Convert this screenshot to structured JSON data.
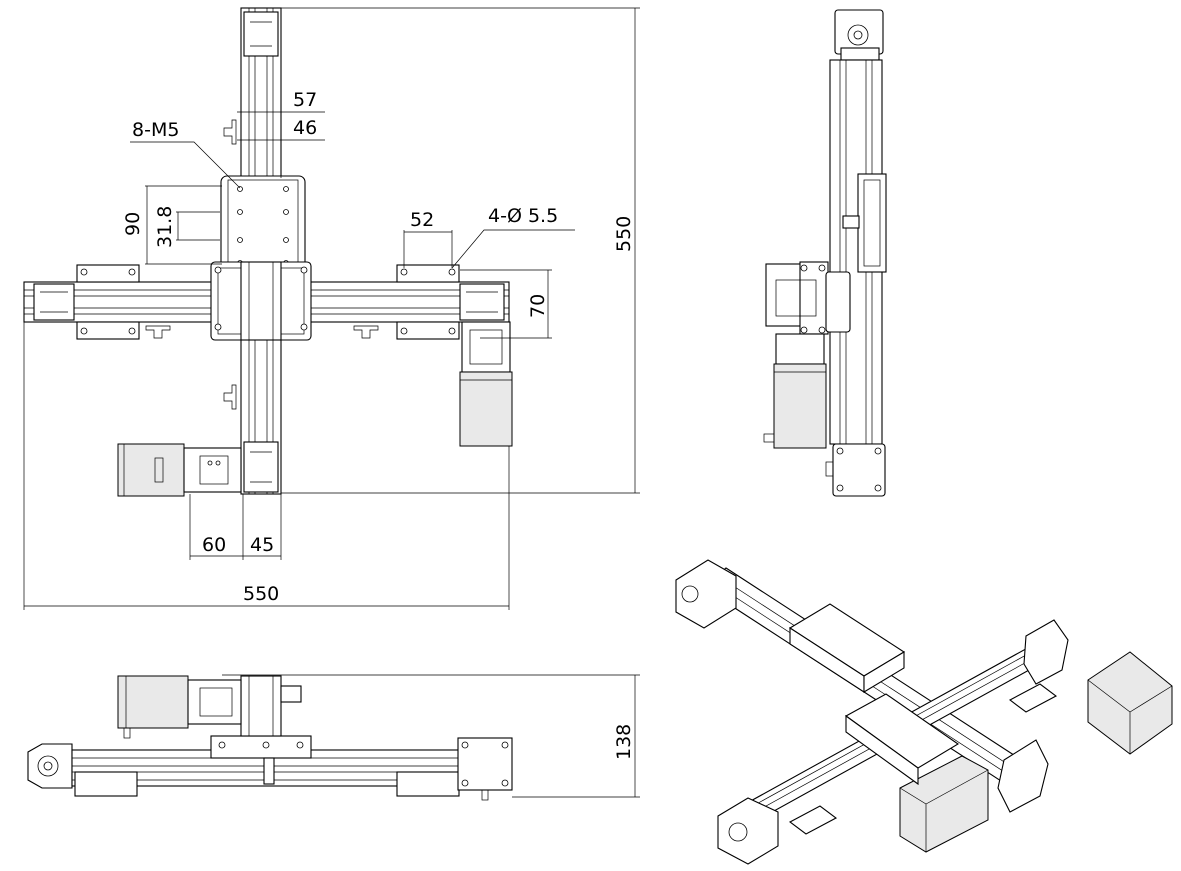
{
  "colors": {
    "line": "#000000",
    "background": "#ffffff",
    "part_fill": "#e9e9e9"
  },
  "dimensions": {
    "d57": "57",
    "d46": "46",
    "thread": "8-M5",
    "d90": "90",
    "d31_8": "31.8",
    "d52": "52",
    "holes": "4-Ø 5.5",
    "d70": "70",
    "d550_v": "550",
    "d60": "60",
    "d45": "45",
    "d550_h": "550",
    "d138": "138"
  }
}
